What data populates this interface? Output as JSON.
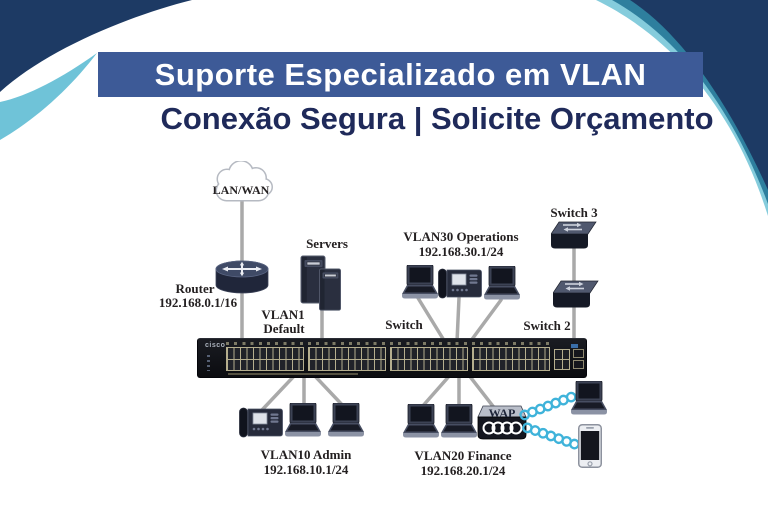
{
  "banner": {
    "title": "Suporte Especializado em VLAN",
    "subtitle": "Conexão Segura | Solicite Orçamento"
  },
  "colors": {
    "corner_navy": "#1d3a64",
    "banner_blue": "#3d5a97",
    "subtitle_navy": "#1f2a5a",
    "teal_light": "#7dc8da",
    "teal_dark": "#2e7f9e",
    "wire_gray": "#a9a9a9",
    "device_dark": "#1d2230"
  },
  "diagram": {
    "cloud_label": "LAN/WAN",
    "router_label": "Router",
    "router_ip": "192.168.0.1/16",
    "servers_label": "Servers",
    "vlan1_line1": "VLAN1",
    "vlan1_line2": "Default",
    "vlan30_label": "VLAN30 Operations",
    "vlan30_ip": "192.168.30.1/24",
    "switch_label": "Switch",
    "switch2_label": "Switch 2",
    "switch3_label": "Switch 3",
    "vlan10_label": "VLAN10 Admin",
    "vlan10_ip": "192.168.10.1/24",
    "vlan20_label": "VLAN20 Finance",
    "vlan20_ip": "192.168.20.1/24",
    "wap_label": "WAP",
    "switch_brand": "cisco"
  }
}
